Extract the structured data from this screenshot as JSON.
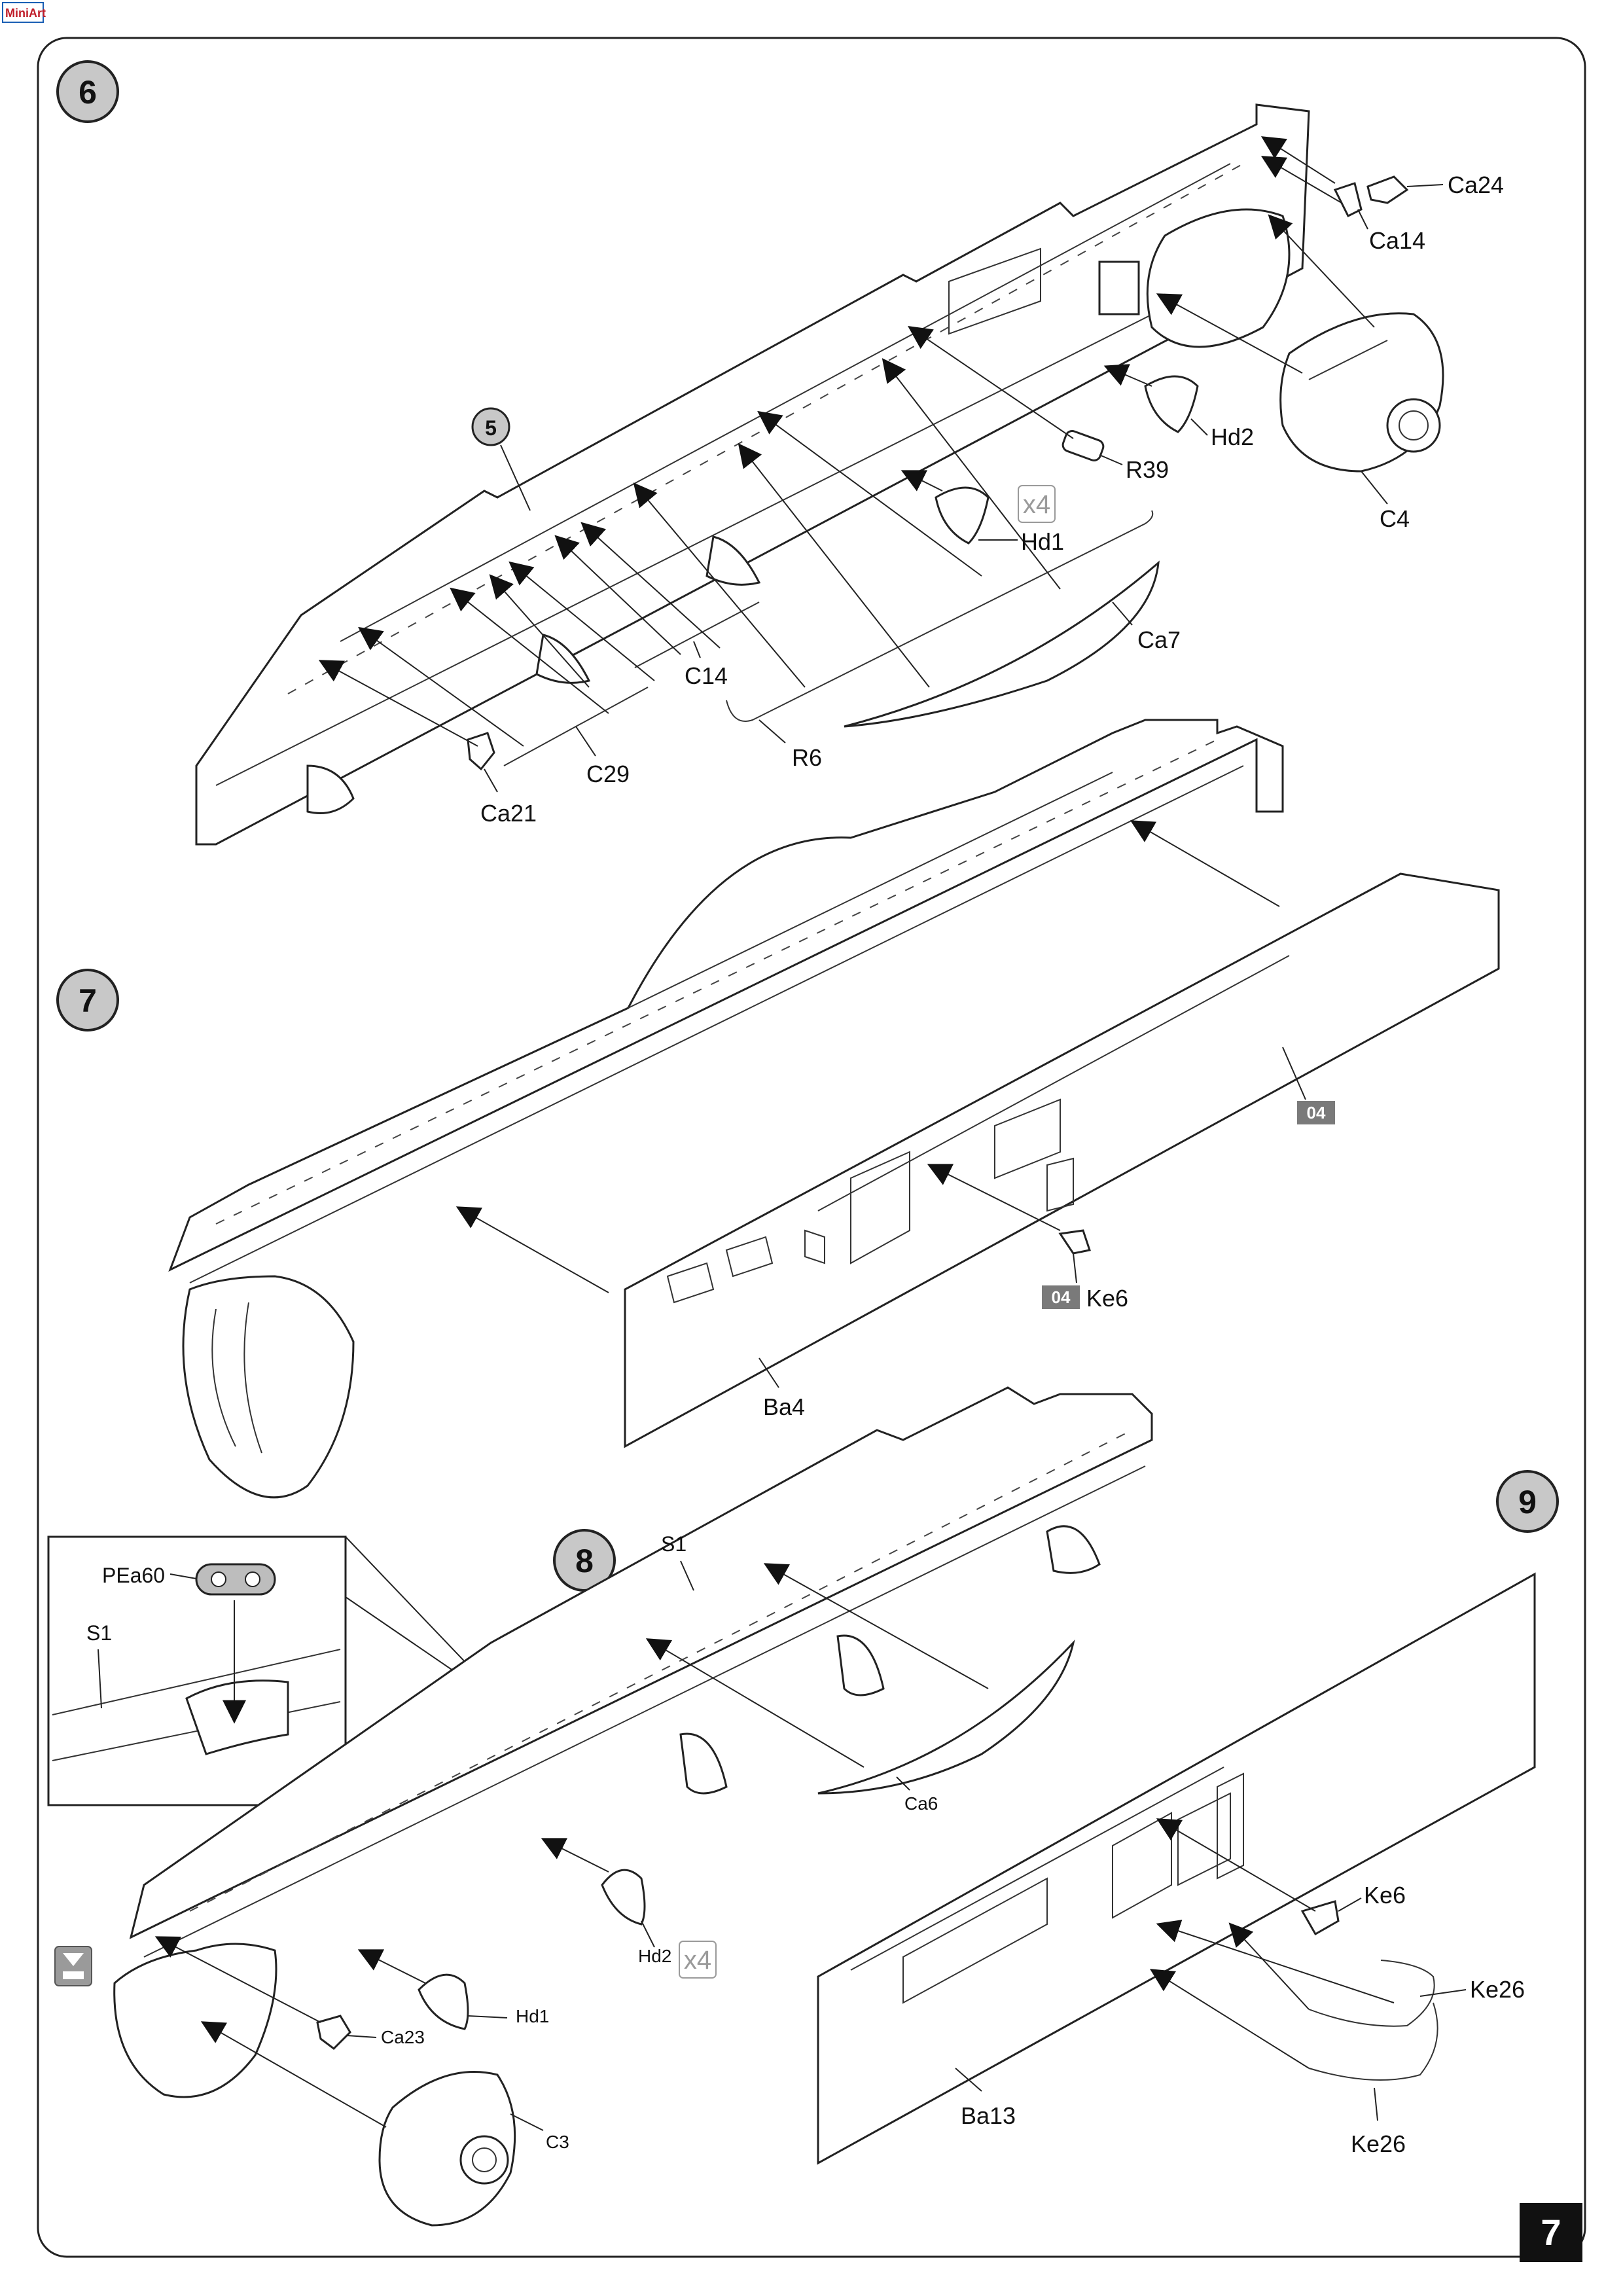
{
  "brand": {
    "logo_text": "MiniArt",
    "color": "#1a5fb4"
  },
  "page": {
    "number": "7"
  },
  "steps": [
    {
      "number": "6",
      "labels": [
        "Ca24",
        "Ca14",
        "Hd2",
        "R39",
        "C4",
        "Hd1",
        "Ca7",
        "C14",
        "R6",
        "C29",
        "Ca21"
      ],
      "sub_step": "5",
      "multiplier": "x4"
    },
    {
      "number": "7",
      "labels": [
        "Ba4",
        "Ke6"
      ],
      "badge": "04"
    },
    {
      "number": "8",
      "labels": [
        "PEa60",
        "S1",
        "S1",
        "Ca6",
        "Hd2",
        "Hd1",
        "Ca23",
        "C3"
      ],
      "multiplier": "x4"
    },
    {
      "number": "9",
      "labels": [
        "Ke6",
        "Ke26",
        "Ke26",
        "Ba13"
      ]
    }
  ],
  "colors": {
    "line": "#222222",
    "circle_fill": "#c8c8c8",
    "badge_fill": "#7a7a7a",
    "page_box": "#111111"
  }
}
